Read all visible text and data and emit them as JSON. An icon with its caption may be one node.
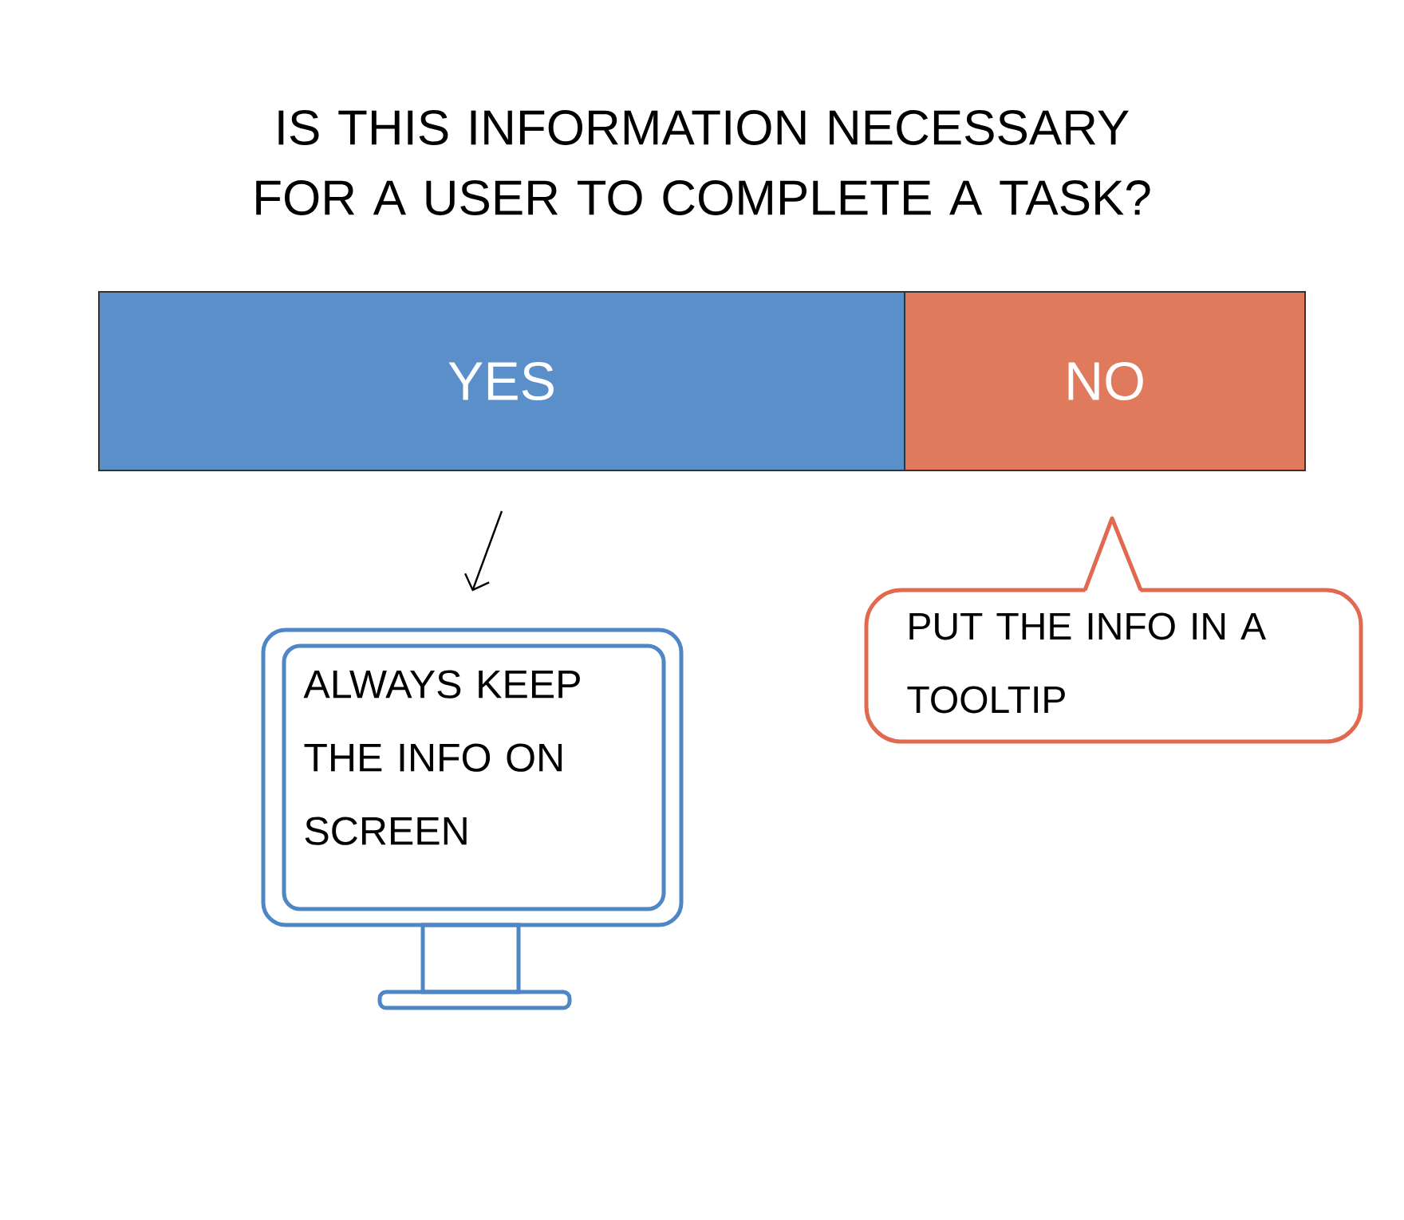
{
  "diagram": {
    "title": "IS THIS INFORMATION NECESSARY FOR A USER TO COMPLETE A TASK?",
    "nodes": [
      {
        "text": [
          "YES"
        ]
      },
      {
        "text": [
          "NO"
        ]
      },
      {
        "text": [
          "ALWAYS KEEP THE INFO ON SCREEN"
        ]
      },
      {
        "text": [
          "PUT THE INFO IN A TOOLTIP"
        ]
      }
    ],
    "edges": [
      {
        "from": 0,
        "to": 2,
        "arrow": "to"
      }
    ]
  }
}
